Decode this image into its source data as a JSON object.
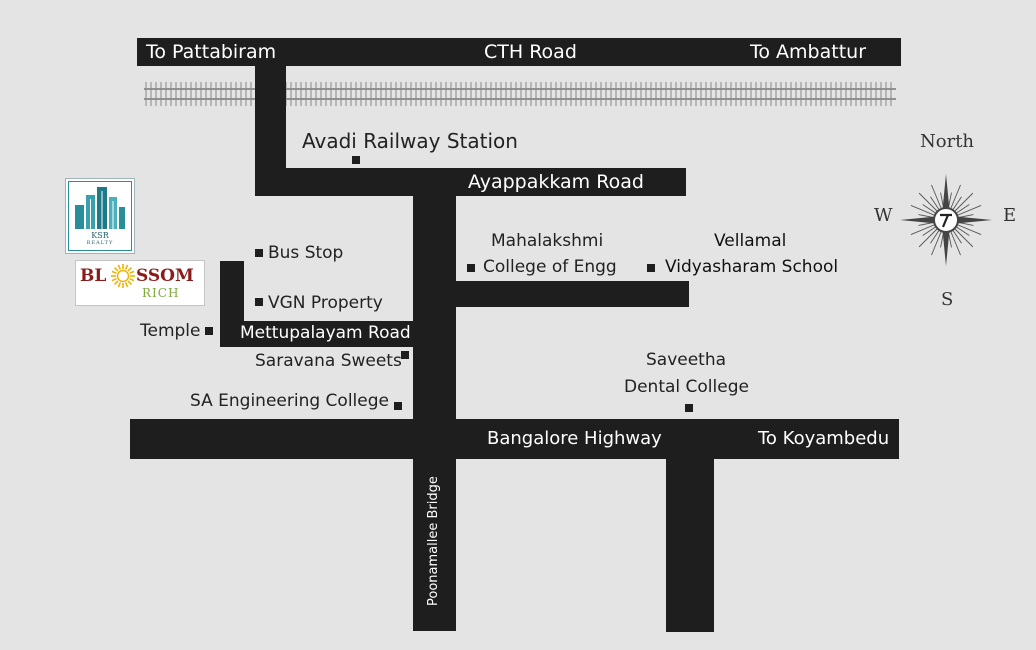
{
  "roads": {
    "cth": {
      "name": "CTH Road",
      "west": "To Pattabiram",
      "east": "To Ambattur"
    },
    "ayappakkam": "Ayappakkam Road",
    "mettupalayam": "Mettupalayam Road",
    "bangalore": {
      "name": "Bangalore Highway",
      "east": "To Koyambedu"
    },
    "bridge": "Poonamallee Bridge"
  },
  "landmarks": {
    "railway_station": "Avadi Railway Station",
    "bus_stop": "Bus Stop",
    "vgn": "VGN Property",
    "temple": "Temple",
    "saravana": "Saravana Sweets",
    "sa_college": "SA Engineering College",
    "mahalakshmi_1": "Mahalakshmi",
    "mahalakshmi_2": "College of Engg",
    "vellamal_1": "Vellamal",
    "vellamal_2": "Vidyasharam School",
    "saveetha_1": "Saveetha",
    "saveetha_2": "Dental College"
  },
  "compass": {
    "north": "North",
    "south": "S",
    "east": "E",
    "west": "W"
  },
  "logos": {
    "ksr": {
      "line1": "KSR",
      "line2": "REALTY"
    },
    "blossom": {
      "word_left": "BL",
      "word_right": "SSOM",
      "sub": "RICH"
    }
  },
  "colors": {
    "background": "#e4e4e4",
    "road": "#1e1e1e",
    "ksr_teal": "#2a8d9c",
    "blossom_red": "#8b1c1c",
    "blossom_green": "#7cab3a",
    "sun": "#f0b400"
  }
}
